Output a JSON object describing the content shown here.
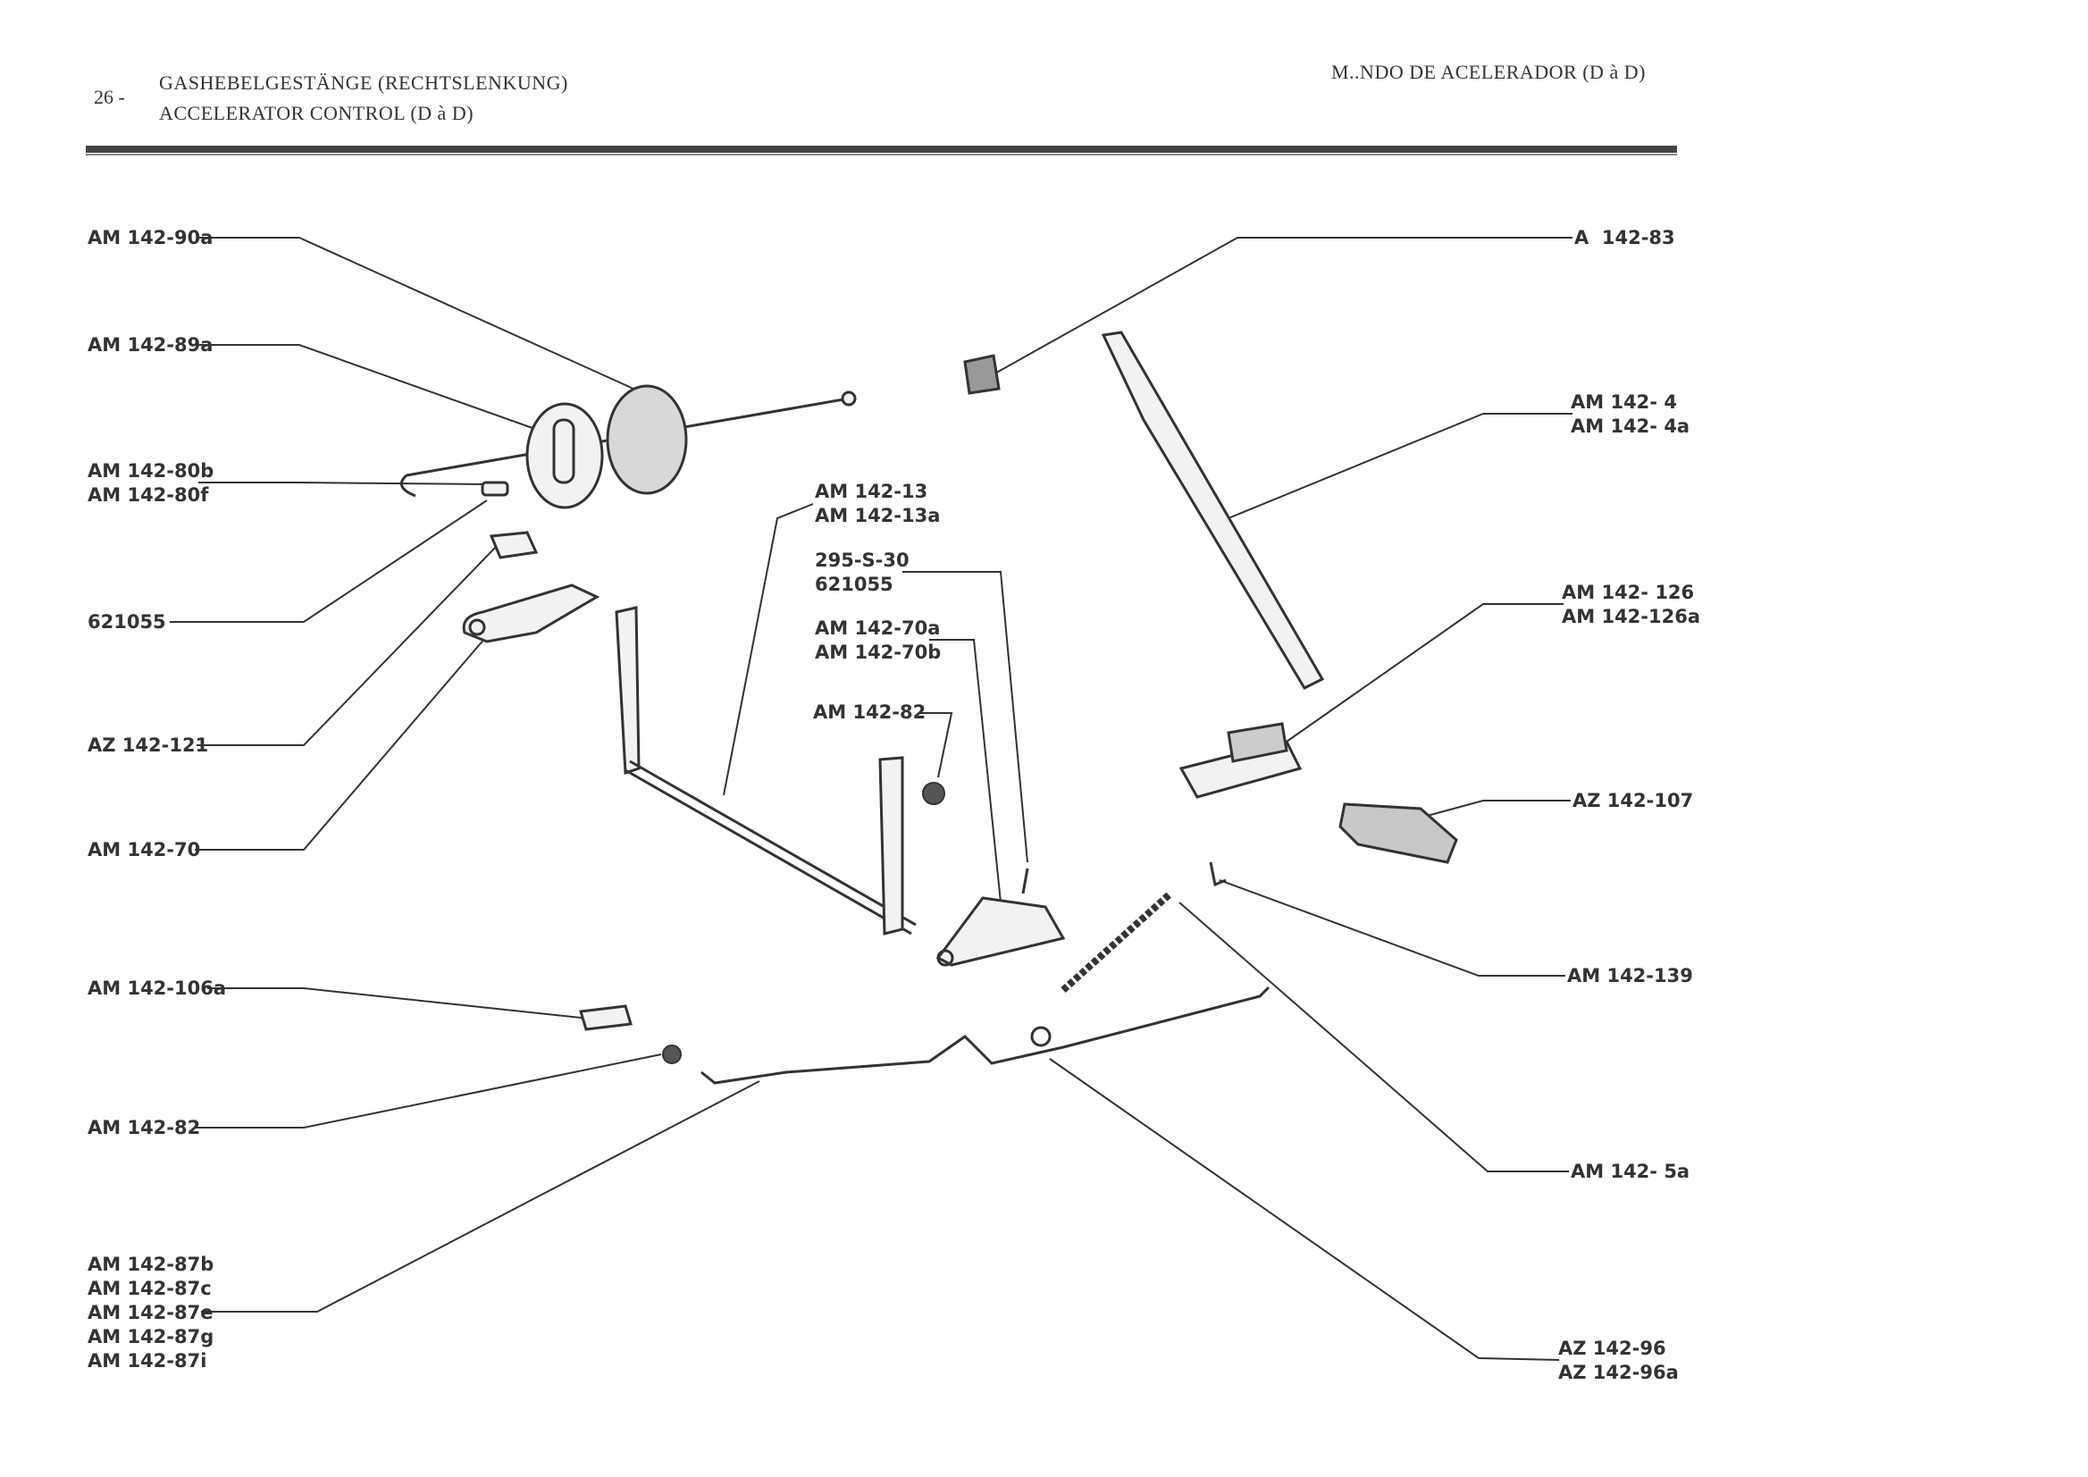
{
  "header": {
    "page_number": "26 -",
    "title_de": "GASHEBELGESTÄNGE (RECHTSLENKUNG)",
    "title_en": "ACCELERATOR CONTROL (D à D)",
    "title_es": "M..NDO DE ACELERADOR (D à D)"
  },
  "labels_left": {
    "l1": "AM 142-90a",
    "l2": "AM 142-89a",
    "l3": "AM 142-80b\nAM 142-80f",
    "l4": "621055",
    "l5": "AZ 142-121",
    "l6": "AM 142-70",
    "l7": "AM 142-106a",
    "l8": "AM 142-82",
    "l9": "AM 142-87b\nAM 142-87c\nAM 142-87e\nAM 142-87g\nAM 142-87i"
  },
  "labels_center": {
    "c1": "AM 142-13\nAM 142-13a",
    "c2": "295-S-30\n621055",
    "c3": "AM 142-70a\nAM 142-70b",
    "c4": "AM 142-82"
  },
  "labels_right": {
    "r1": "A  142-83",
    "r2": "AM 142- 4\nAM 142- 4a",
    "r3": "AM 142- 126\nAM 142-126a",
    "r4": "AZ 142-107",
    "r5": "AM 142-139",
    "r6": "AM 142- 5a",
    "r7": "AZ 142-96\nAZ 142-96a"
  }
}
